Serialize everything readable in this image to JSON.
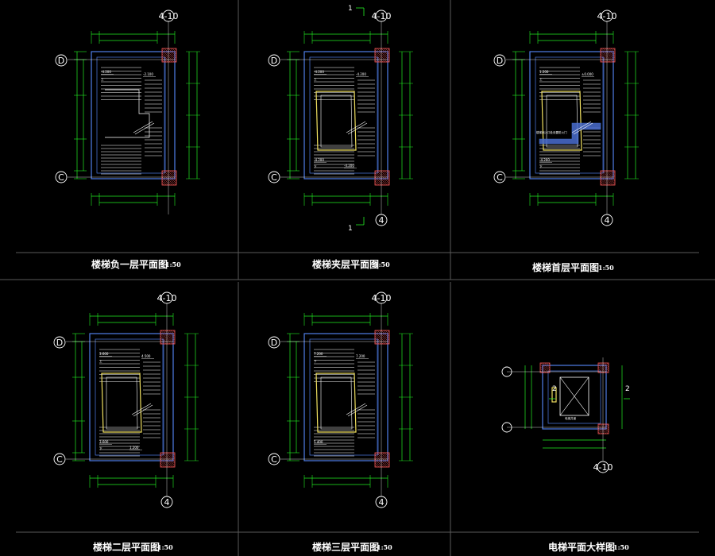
{
  "drawings": [
    {
      "title": "楼梯负一层平面图",
      "scale": "1:50",
      "elevations": [
        "-4.200",
        "-2.100"
      ],
      "stair_notes": [
        "上"
      ],
      "top_grid": "4-10",
      "bottom_grid": "",
      "left_grids": [
        "D",
        "C"
      ],
      "section_marks": [],
      "note": ""
    },
    {
      "title": "楼梯夹层平面图",
      "scale": "1:50",
      "elevations": [
        "-4.200",
        "-4.200",
        "-4.200",
        "-4.200"
      ],
      "stair_notes": [
        "上",
        "下"
      ],
      "top_grid": "4-10",
      "bottom_grid": "4",
      "left_grids": [
        "D",
        "C"
      ],
      "section_marks": [
        "1",
        "1"
      ],
      "note": ""
    },
    {
      "title": "楼梯首层平面图",
      "scale": "1:50",
      "elevations": [
        "1.200",
        "±0.000",
        "-4.200"
      ],
      "stair_notes": [
        "上",
        "下"
      ],
      "top_grid": "4-10",
      "bottom_grid": "4",
      "left_grids": [
        "D",
        "C"
      ],
      "section_marks": [],
      "note": "楼梯间入口处设置防火门"
    },
    {
      "title": "楼梯二层平面图",
      "scale": "1:50",
      "elevations": [
        "3.600",
        "4.500",
        "3.600",
        "1.200"
      ],
      "stair_notes": [
        "上",
        "下"
      ],
      "top_grid": "4-10",
      "bottom_grid": "4",
      "left_grids": [
        "D",
        "C"
      ],
      "section_marks": [],
      "note": ""
    },
    {
      "title": "楼梯三层平面图",
      "scale": "1:50",
      "elevations": [
        "7.200",
        "7.200",
        "5.400"
      ],
      "stair_notes": [
        "下"
      ],
      "top_grid": "4-10",
      "bottom_grid": "4",
      "left_grids": [
        "D",
        "C"
      ],
      "section_marks": [],
      "note": ""
    },
    {
      "title": "电梯平面大样图",
      "scale": "1:50",
      "elevations": [],
      "stair_notes": [],
      "top_grid": "",
      "bottom_grid": "4-10",
      "left_grids": [],
      "section_marks": [
        "2",
        "2"
      ],
      "note": "电梯井道"
    }
  ],
  "colors": {
    "background": "#000000",
    "wall_outline": "#4f7ee8",
    "hatch": "#ff5a5a",
    "dimension": "#22ee22",
    "stair": "#ffffff",
    "void_frame": "#f0e060",
    "landing_fill": "#4a6ecf",
    "grid_bubble": "#ffffff",
    "frame_line": "#5a5a5a"
  }
}
